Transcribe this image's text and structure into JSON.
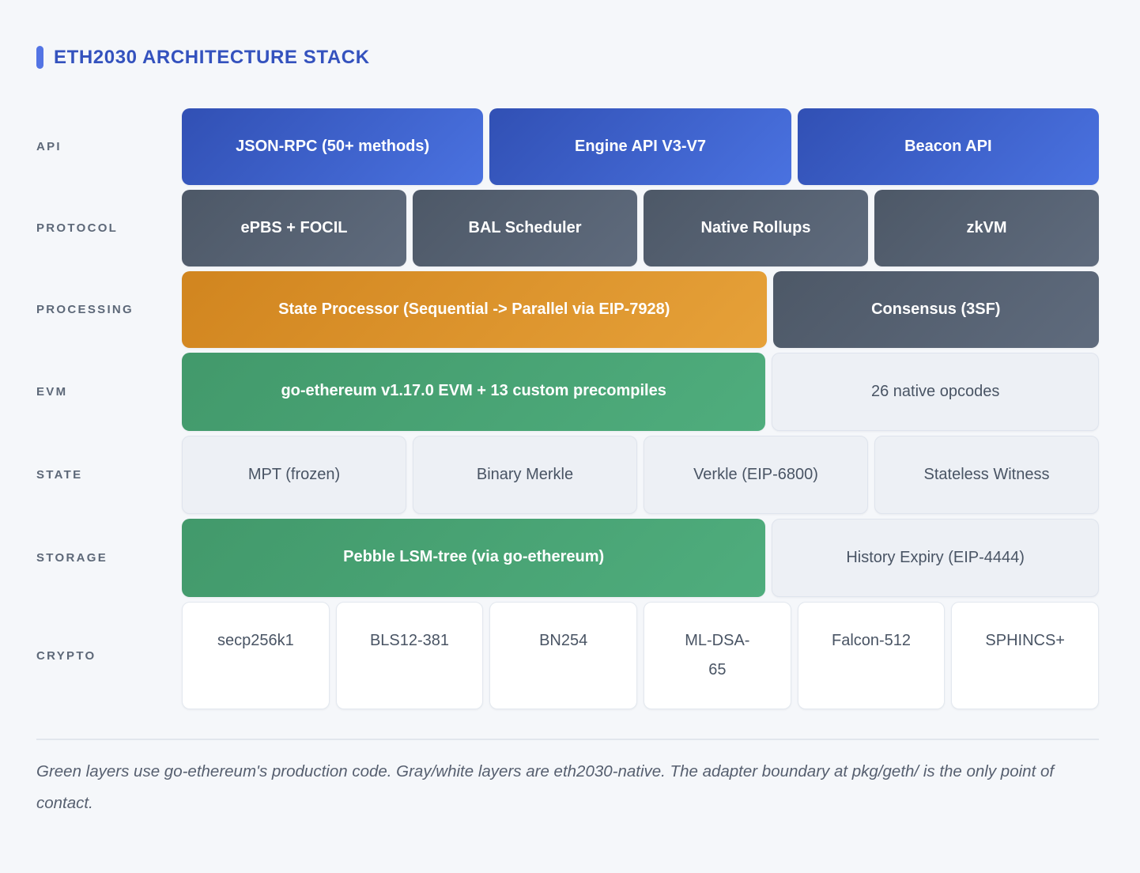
{
  "title": "ETH2030 ARCHITECTURE STACK",
  "rows": [
    {
      "label": "API",
      "cells": [
        {
          "text": "JSON-RPC (50+ methods)",
          "style": "blue",
          "flex": 1
        },
        {
          "text": "Engine API V3-V7",
          "style": "blue",
          "flex": 1
        },
        {
          "text": "Beacon API",
          "style": "blue",
          "flex": 1
        }
      ]
    },
    {
      "label": "PROTOCOL",
      "cells": [
        {
          "text": "ePBS + FOCIL",
          "style": "slate",
          "flex": 1
        },
        {
          "text": "BAL Scheduler",
          "style": "slate",
          "flex": 1
        },
        {
          "text": "Native Rollups",
          "style": "slate",
          "flex": 1
        },
        {
          "text": "zkVM",
          "style": "slate",
          "flex": 1
        }
      ]
    },
    {
      "label": "PROCESSING",
      "cells": [
        {
          "text": "State Processor (Sequential -> Parallel via EIP-7928)",
          "style": "orange",
          "flex": 1.86
        },
        {
          "text": "Consensus (3SF)",
          "style": "slate",
          "flex": 1
        }
      ]
    },
    {
      "label": "EVM",
      "cells": [
        {
          "text": "go-ethereum v1.17.0 EVM + 13 custom precompiles",
          "style": "green",
          "flex": 1.86
        },
        {
          "text": "26 native opcodes",
          "style": "light",
          "flex": 1
        }
      ]
    },
    {
      "label": "STATE",
      "cells": [
        {
          "text": "MPT (frozen)",
          "style": "light",
          "flex": 1
        },
        {
          "text": "Binary Merkle",
          "style": "light",
          "flex": 1
        },
        {
          "text": "Verkle (EIP-6800)",
          "style": "light",
          "flex": 1
        },
        {
          "text": "Stateless Witness",
          "style": "light",
          "flex": 1
        }
      ]
    },
    {
      "label": "STORAGE",
      "cells": [
        {
          "text": "Pebble LSM-tree (via go-ethereum)",
          "style": "green",
          "flex": 1.86
        },
        {
          "text": "History Expiry (EIP-4444)",
          "style": "light",
          "flex": 1
        }
      ]
    },
    {
      "label": "CRYPTO",
      "cells": [
        {
          "text": "secp256k1",
          "style": "white",
          "flex": 1
        },
        {
          "text": "BLS12-381",
          "style": "white",
          "flex": 1
        },
        {
          "text": "BN254",
          "style": "white",
          "flex": 1
        },
        {
          "text": "ML-DSA-65",
          "style": "white",
          "flex": 1,
          "wrap": true
        },
        {
          "text": "Falcon-512",
          "style": "white",
          "flex": 1
        },
        {
          "text": "SPHINCS+",
          "style": "white",
          "flex": 1
        }
      ]
    }
  ],
  "footer_note": "Green layers use go-ethereum's production code. Gray/white layers are eth2030-native. The adapter boundary at pkg/geth/ is the only point of contact.",
  "colors": {
    "page_bg": "#f5f7fa",
    "title": "#3452be",
    "accent_bar": "#5374e4",
    "label": "#5d6878",
    "blue_start": "#3150b4",
    "blue_end": "#4a72e0",
    "slate_start": "#4d5867",
    "slate_end": "#5f6b7d",
    "orange_start": "#d1851f",
    "orange_end": "#e6a139",
    "green_start": "#42996b",
    "green_end": "#4fad7d",
    "light_bg": "#edf0f5",
    "light_border": "#dfe4ed",
    "white_bg": "#ffffff",
    "white_border": "#e3e8ef",
    "cell_dark_text": "#495464",
    "divider": "#e2e6ed",
    "note": "#565f6f"
  }
}
